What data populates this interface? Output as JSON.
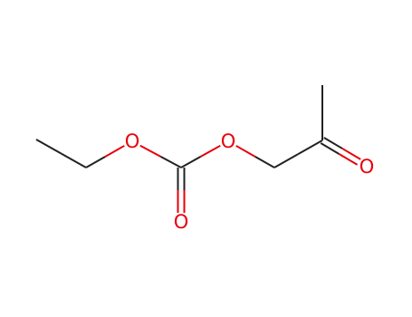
{
  "molecule": {
    "atoms": [
      {
        "id": "C1",
        "element": "C",
        "label": ""
      },
      {
        "id": "C2",
        "element": "C",
        "label": ""
      },
      {
        "id": "O1",
        "element": "O",
        "label": "O"
      },
      {
        "id": "C3",
        "element": "C",
        "label": ""
      },
      {
        "id": "O2",
        "element": "O",
        "label": "O"
      },
      {
        "id": "O3",
        "element": "O",
        "label": "O"
      },
      {
        "id": "C4",
        "element": "C",
        "label": ""
      },
      {
        "id": "C5",
        "element": "C",
        "label": ""
      },
      {
        "id": "C6",
        "element": "C",
        "label": ""
      },
      {
        "id": "O4",
        "element": "O",
        "label": "O"
      }
    ],
    "bonds": [
      {
        "from": "C1",
        "to": "C2",
        "order": 1
      },
      {
        "from": "C2",
        "to": "O1",
        "order": 1
      },
      {
        "from": "O1",
        "to": "C3",
        "order": 1
      },
      {
        "from": "C3",
        "to": "O2",
        "order": 2
      },
      {
        "from": "C3",
        "to": "O3",
        "order": 1
      },
      {
        "from": "O3",
        "to": "C4",
        "order": 1
      },
      {
        "from": "C4",
        "to": "C5",
        "order": 1
      },
      {
        "from": "C5",
        "to": "C6",
        "order": 1
      },
      {
        "from": "C5",
        "to": "O4",
        "order": 2
      }
    ]
  },
  "colors": {
    "carbon": "#222222",
    "oxygen": "#e8000b",
    "background": "#ffffff"
  }
}
